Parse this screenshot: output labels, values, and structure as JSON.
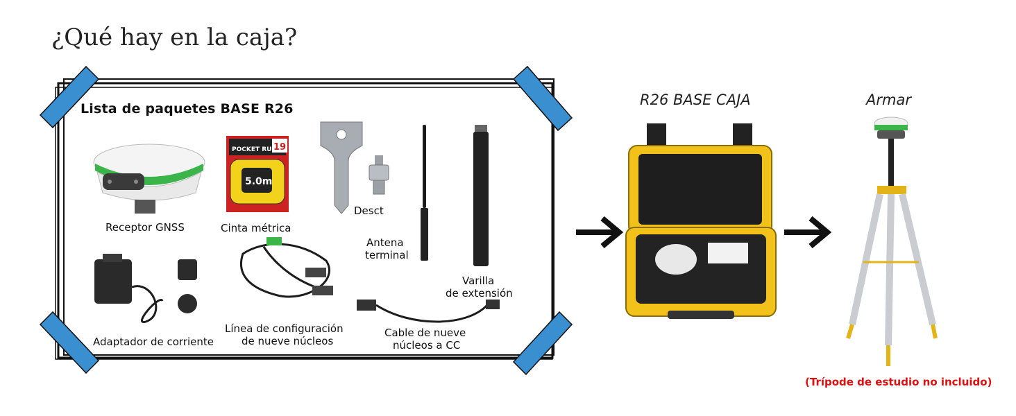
{
  "heading": "¿Qué hay en la caja?",
  "package": {
    "title": "Lista de paquetes BASE R26",
    "items": {
      "receiver": "Receptor GNSS",
      "tape": "Cinta métrica",
      "tape_brand": "POCKET RULED",
      "tape_size": "5.0m",
      "tape_number": "19",
      "adapter_screw": "Desct",
      "antenna_line1": "Antena",
      "antenna_line2": "terminal",
      "rod_line1": "Varilla",
      "rod_line2": "de extensión",
      "power": "Adaptador de corriente",
      "config_line1": "Línea de configuración",
      "config_line2": "de nueve núcleos",
      "dc_line1": "Cable de nueve",
      "dc_line2": "núcleos a CC"
    }
  },
  "case_caption": "R26 BASE CAJA",
  "assembled_caption": "Armar",
  "tripod_note": "(Trípode de estudio no incluido)",
  "colors": {
    "tape_blue": "#3a8fd0",
    "receiver_green": "#3bb54a",
    "case_yellow": "#f2c21b",
    "note_red": "#e01010"
  },
  "icons": [
    "arrow-right-icon",
    "arrow-right-icon"
  ]
}
